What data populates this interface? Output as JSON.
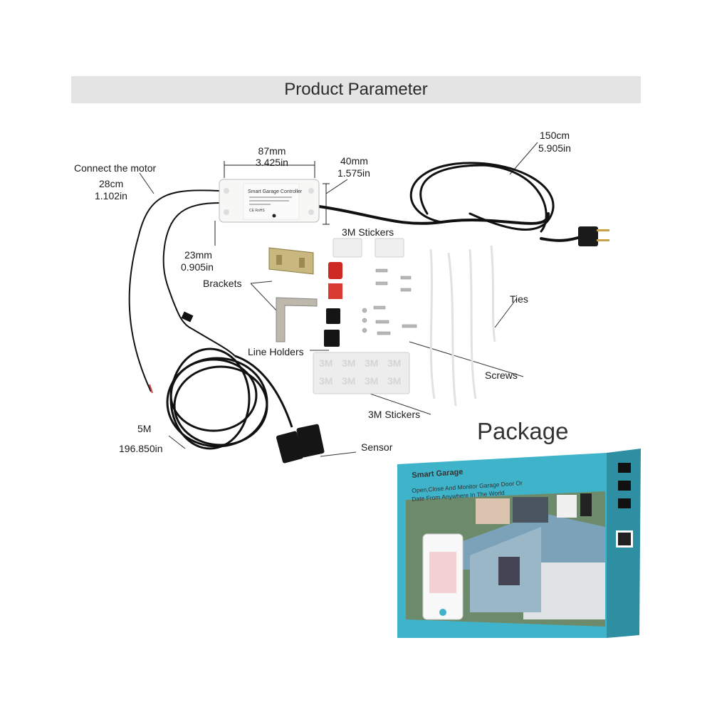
{
  "banner": {
    "title": "Product Parameter"
  },
  "labels": {
    "width_mm": "87mm",
    "width_in": "3.425in",
    "height_mm": "40mm",
    "height_in": "1.575in",
    "cord_cm": "150cm",
    "cord_in": "5.905in",
    "connect_motor": "Connect the motor",
    "motor_cm": "28cm",
    "motor_in": "1.102in",
    "depth_mm": "23mm",
    "depth_in": "0.905in",
    "stickers_top": "3M Stickers",
    "brackets": "Brackets",
    "ties": "Ties",
    "line_holders": "Line Holders",
    "screws": "Screws",
    "stickers_bottom": "3M Stickers",
    "cable_m": "5M",
    "cable_in": "196.850in",
    "sensor": "Sensor",
    "package": "Package"
  },
  "device": {
    "title": "Smart Garage Controller",
    "ce": "CE RoHS"
  },
  "box": {
    "title": "Smart Garage",
    "line1": "Open,Close And Monitor Garage Door Or",
    "line2": "Date From Anywhere In  The World"
  },
  "colors": {
    "banner_bg": "#e4e4e4",
    "box_teal": "#3fb3c9",
    "cable": "#111111"
  }
}
